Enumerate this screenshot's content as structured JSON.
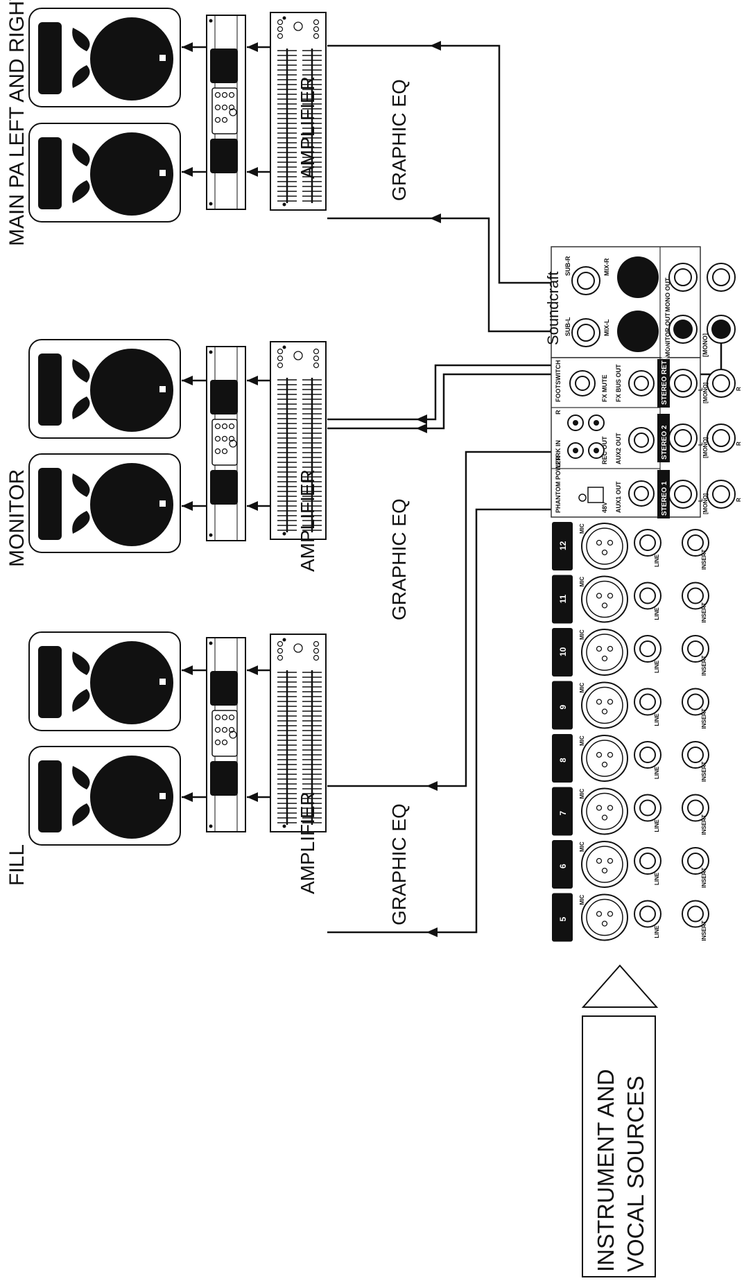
{
  "zones": [
    {
      "label": "MAIN PA LEFT AND RIGHT",
      "amp": "AMPLIFIER",
      "eq": "GRAPHIC EQ"
    },
    {
      "label": "MONITOR",
      "amp": "AMPLIFIER",
      "eq": "GRAPHIC EQ"
    },
    {
      "label": "FILL",
      "amp": "AMPLIFIER",
      "eq": "GRAPHIC EQ"
    }
  ],
  "sources": {
    "line1": "INSTRUMENT AND",
    "line2": "VOCAL SOURCES"
  },
  "mixer": {
    "brand": "Soundcraft",
    "master": {
      "sub_r": "SUB-R",
      "mix_r": "MIX-R",
      "sub_l": "SUB-L",
      "mix_l": "MIX-L",
      "mono_out": "MONO OUT",
      "monitor_out": "MONITOR OUT",
      "mono": "[MONO]"
    },
    "row_panels": {
      "footswitch": "FOOTSWITCH",
      "fx_mute": "FX MUTE",
      "fx_bus_out": "FX BUS OUT",
      "twotrk_in": "2TRK IN",
      "rec_out": "REC OUT",
      "aux2_out": "AUX2 OUT",
      "phantom_power": "PHANTOM POWER",
      "v48": "48V",
      "aux1_out": "AUX1 OUT",
      "l": "L",
      "r": "R"
    },
    "stereo_inputs": [
      "STEREO RET (FX)",
      "STEREO 2",
      "STEREO 1"
    ],
    "stereo_l": "L",
    "stereo_r": "R",
    "stereo_mono": "[MONO]",
    "channels": [
      "12",
      "11",
      "10",
      "9",
      "8",
      "7",
      "6",
      "5"
    ],
    "mic": "MIC",
    "line": "LINE",
    "insert": "INSERT"
  }
}
